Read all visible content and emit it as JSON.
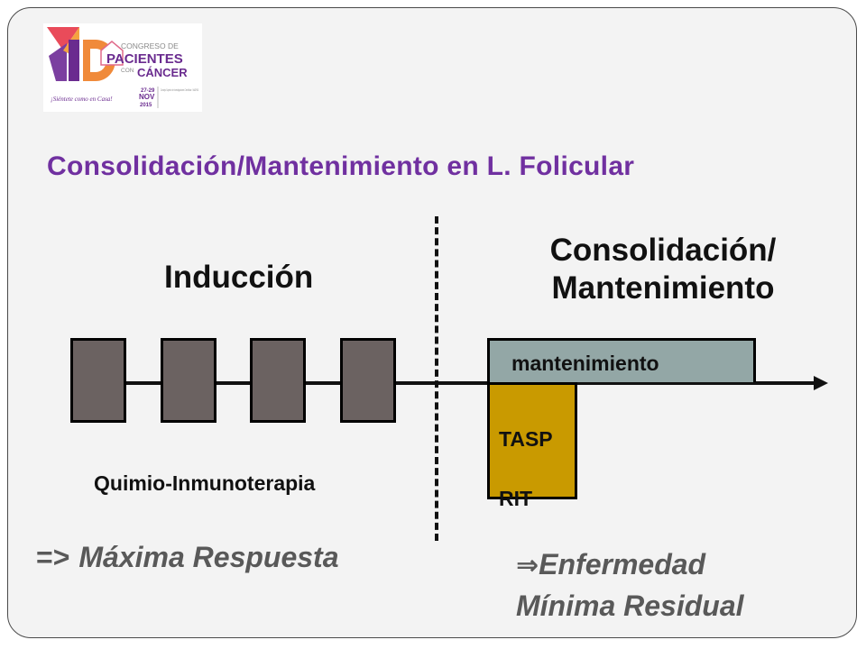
{
  "logo": {
    "number": "10",
    "line1": "CONGRESO DE",
    "line2": "PACIENTES",
    "line3": "CON",
    "line4": "CÁNCER",
    "tagline": "¡Siéntete como en Casa!",
    "date_days": "27-29",
    "date_month": "NOV",
    "date_year": "2015",
    "venue": "Consejo Superior de Investigaciones Científicas · MADRID"
  },
  "slide": {
    "title": "Consolidación/Mantenimiento  en L. Folicular",
    "left_heading": "Inducción",
    "right_heading_line1": "Consolidación/",
    "right_heading_line2": "Mantenimiento",
    "maintenance_label": "mantenimiento",
    "tasp_line1": "TASP",
    "tasp_line2": "RIT",
    "chemo_label": "Quimio-Inmunoterapia",
    "left_result_arrow": "=>",
    "left_result": "Máxima Respuesta",
    "right_result_arrow": "⇒",
    "right_result_line1": "Enfermedad",
    "right_result_line2": "Mínima Residual"
  },
  "colors": {
    "title": "#7030a0",
    "cycle_block": "#6b6261",
    "maintenance_bar": "#93a7a6",
    "tasp_block": "#c99a00",
    "result_text": "#595959"
  }
}
